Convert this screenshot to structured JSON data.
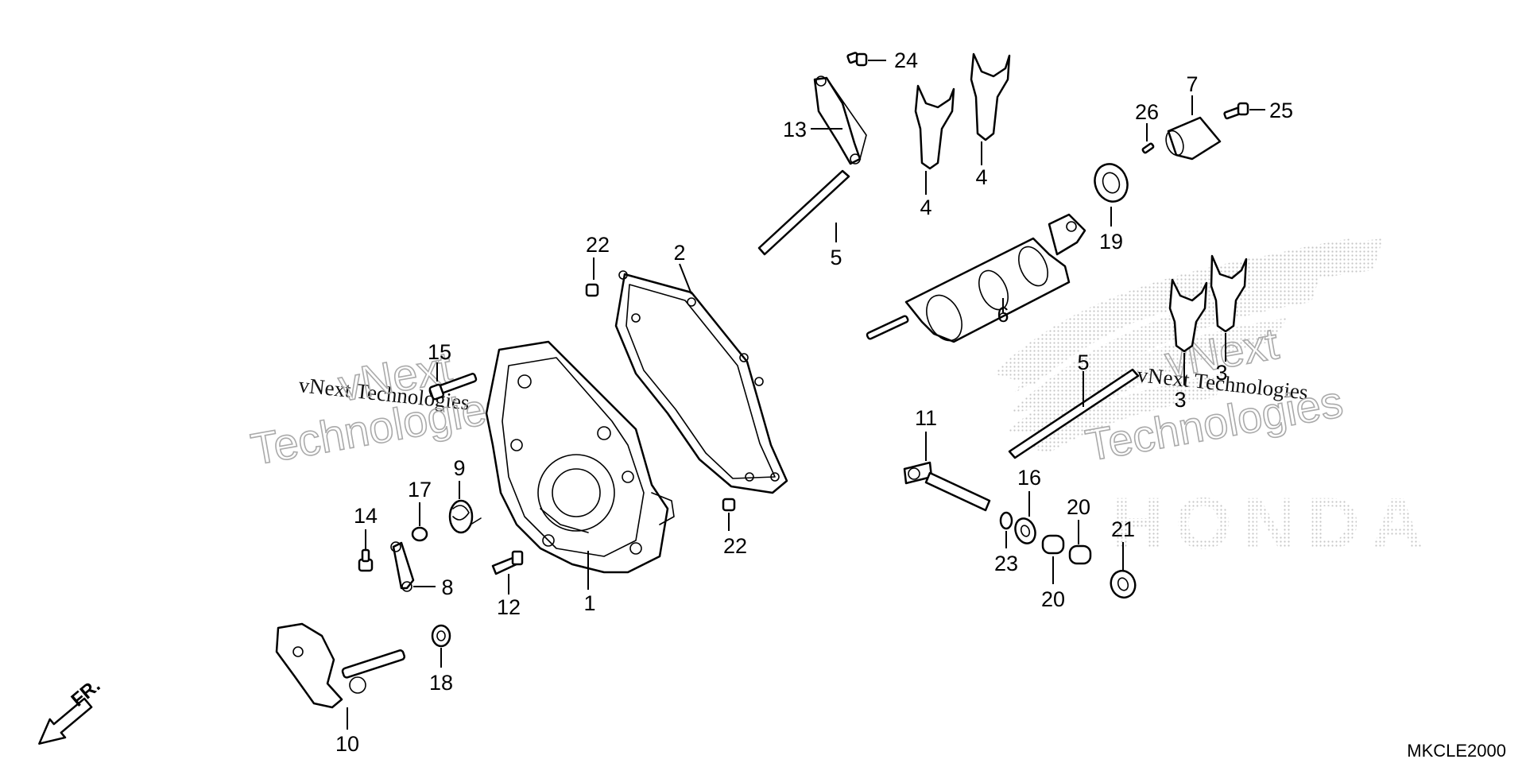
{
  "diagram": {
    "code": "MKCLE2000",
    "front_label": "FR.",
    "watermark": {
      "line1": "vNext Technologies",
      "outline_top": "vNext",
      "outline_bottom": "Technologies"
    },
    "brand_mark": "HONDA",
    "callouts": {
      "c1": "1",
      "c2": "2",
      "c3a": "3",
      "c3b": "3",
      "c4a": "4",
      "c4b": "4",
      "c5a": "5",
      "c5b": "5",
      "c6": "6",
      "c7": "7",
      "c8": "8",
      "c9": "9",
      "c10": "10",
      "c11": "11",
      "c12": "12",
      "c13": "13",
      "c14": "14",
      "c15": "15",
      "c16": "16",
      "c17": "17",
      "c18": "18",
      "c19": "19",
      "c20a": "20",
      "c20b": "20",
      "c21": "21",
      "c22a": "22",
      "c22b": "22",
      "c23": "23",
      "c24": "24",
      "c25": "25",
      "c26": "26"
    }
  }
}
